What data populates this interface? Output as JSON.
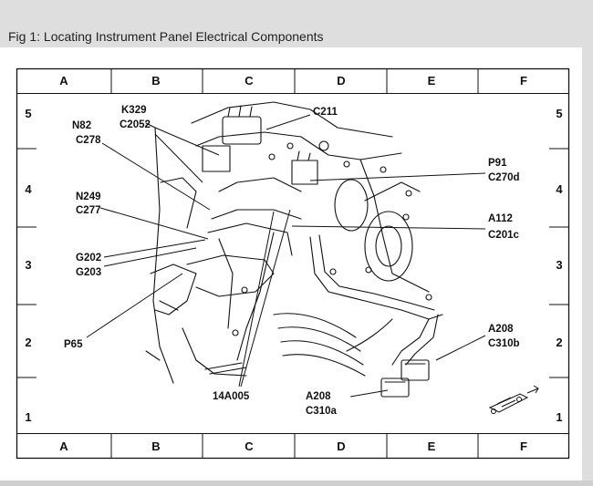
{
  "caption": "Fig 1: Locating Instrument Panel Electrical Components",
  "grid": {
    "columns": [
      "A",
      "B",
      "C",
      "D",
      "E",
      "F"
    ],
    "rows": [
      "5",
      "4",
      "3",
      "2",
      "1"
    ]
  },
  "callouts": {
    "n82": "N82",
    "c278": "C278",
    "k329": "K329",
    "c2052": "C2052",
    "c211": "C211",
    "p91": "P91",
    "c270d": "C270d",
    "n249": "N249",
    "c277": "C277",
    "a112": "A112",
    "c201c": "C201c",
    "g202": "G202",
    "g203": "G203",
    "p65": "P65",
    "a208_b": "A208",
    "c310b": "C310b",
    "part_14a005": "14A005",
    "a208_a": "A208",
    "c310a": "C310a"
  },
  "icons": {
    "front_of_vehicle": "vehicle-arrow-icon"
  },
  "colors": {
    "caption_background": "#dedede",
    "line_art": "#111111"
  }
}
